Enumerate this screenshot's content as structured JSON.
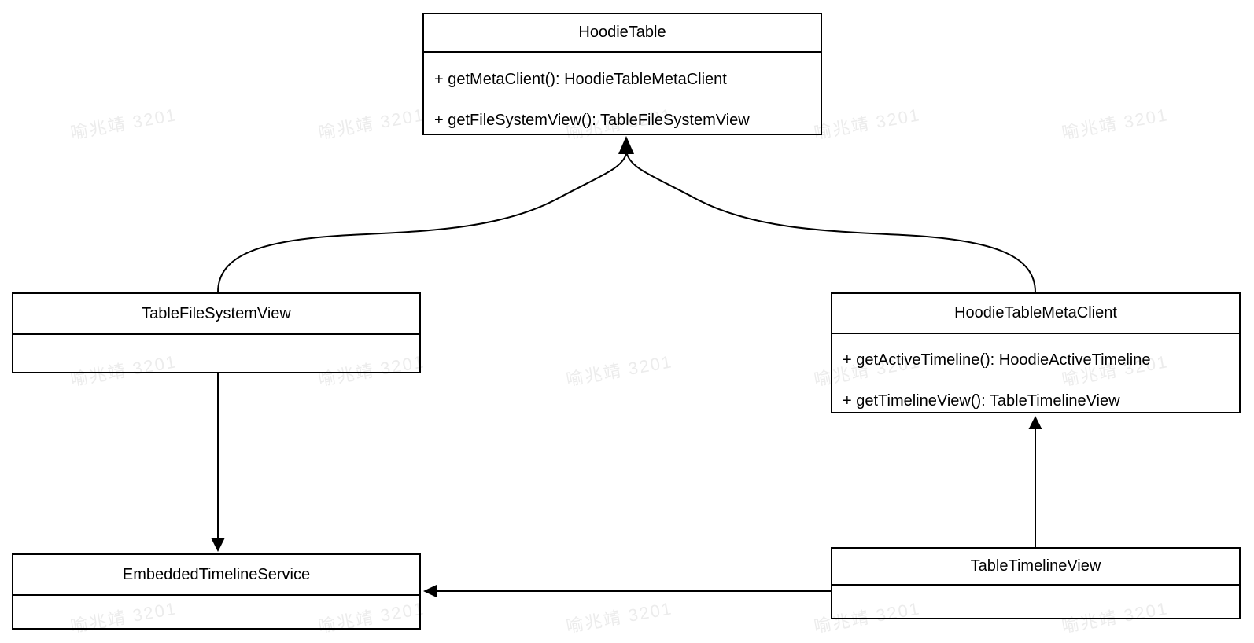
{
  "watermark": {
    "text": "喻兆靖 3201",
    "color": "#ececec"
  },
  "diagram": {
    "background": "#ffffff",
    "line_color": "#000000",
    "classes": [
      {
        "name": "HoodieTable",
        "methods": [
          "+ getMetaClient(): HoodieTableMetaClient",
          "+ getFileSystemView(): TableFileSystemView"
        ]
      },
      {
        "name": "TableFileSystemView",
        "methods": []
      },
      {
        "name": "HoodieTableMetaClient",
        "methods": [
          "+ getActiveTimeline(): HoodieActiveTimeline",
          "+ getTimelineView(): TableTimelineView"
        ]
      },
      {
        "name": "EmbeddedTimelineService",
        "methods": []
      },
      {
        "name": "TableTimelineView",
        "methods": []
      }
    ],
    "relations": [
      {
        "from": "TableFileSystemView",
        "to": "HoodieTable",
        "style": "curved-arrow"
      },
      {
        "from": "HoodieTableMetaClient",
        "to": "HoodieTable",
        "style": "curved-arrow"
      },
      {
        "from": "TableFileSystemView",
        "to": "EmbeddedTimelineService",
        "style": "straight-arrow"
      },
      {
        "from": "TableTimelineView",
        "to": "HoodieTableMetaClient",
        "style": "straight-arrow"
      },
      {
        "from": "TableTimelineView",
        "to": "EmbeddedTimelineService",
        "style": "straight-arrow"
      }
    ]
  }
}
